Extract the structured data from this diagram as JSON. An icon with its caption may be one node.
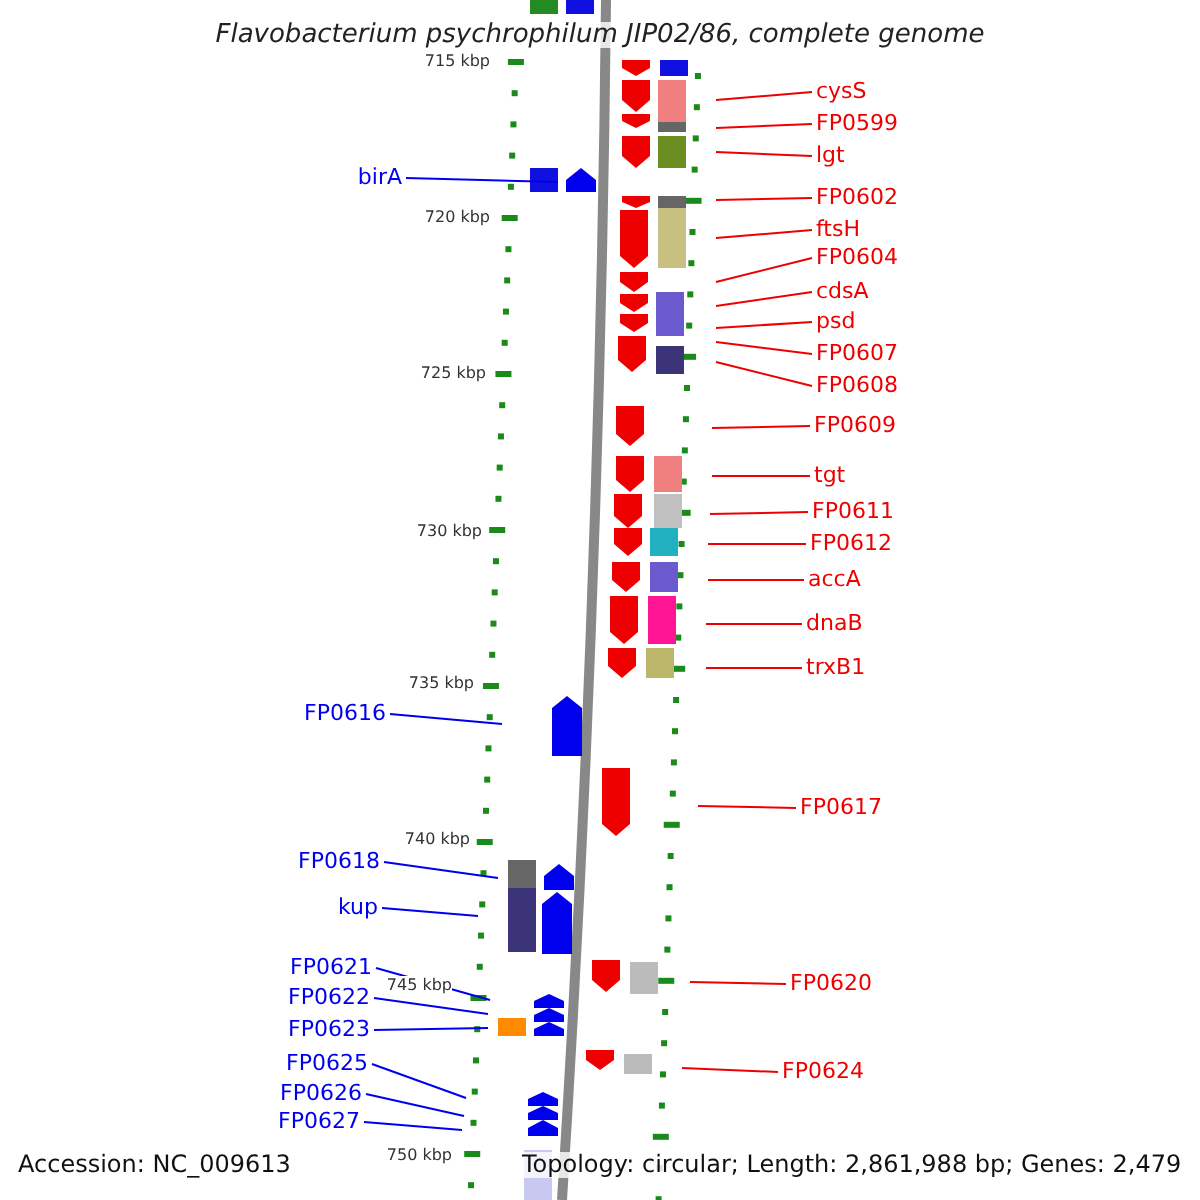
{
  "diagram": {
    "title": "Flavobacterium psychrophilum JIP02/86, complete genome",
    "nodes": [
      {
        "text": [
          "cysS"
        ]
      },
      {
        "text": [
          "FP0599"
        ]
      },
      {
        "text": [
          "lgt"
        ]
      },
      {
        "text": [
          "birA"
        ]
      },
      {
        "text": [
          "FP0602"
        ]
      },
      {
        "text": [
          "ftsH"
        ]
      },
      {
        "text": [
          "FP0604"
        ]
      },
      {
        "text": [
          "cdsA"
        ]
      },
      {
        "text": [
          "psd"
        ]
      },
      {
        "text": [
          "FP0607"
        ]
      },
      {
        "text": [
          "FP0608"
        ]
      },
      {
        "text": [
          "FP0609"
        ]
      },
      {
        "text": [
          "tgt"
        ]
      },
      {
        "text": [
          "FP0611"
        ]
      },
      {
        "text": [
          "FP0612"
        ]
      },
      {
        "text": [
          "accA"
        ]
      },
      {
        "text": [
          "dnaB"
        ]
      },
      {
        "text": [
          "trxB1"
        ]
      },
      {
        "text": [
          "FP0616"
        ]
      },
      {
        "text": [
          "FP0617"
        ]
      },
      {
        "text": [
          "FP0618"
        ]
      },
      {
        "text": [
          "kup"
        ]
      },
      {
        "text": [
          "FP0621"
        ]
      },
      {
        "text": [
          "FP0620"
        ]
      },
      {
        "text": [
          "FP0622"
        ]
      },
      {
        "text": [
          "FP0623"
        ]
      },
      {
        "text": [
          "FP0624"
        ]
      },
      {
        "text": [
          "FP0625"
        ]
      },
      {
        "text": [
          "FP0626"
        ]
      },
      {
        "text": [
          "FP0627"
        ]
      }
    ],
    "edges": [
      {
        "from": 0,
        "to": null,
        "arrow": "none"
      },
      {
        "from": 1,
        "to": null,
        "arrow": "none"
      },
      {
        "from": 2,
        "to": null,
        "arrow": "none"
      },
      {
        "from": 3,
        "to": null,
        "arrow": "none",
        "color": "#0000ee"
      },
      {
        "from": 4,
        "to": null,
        "arrow": "none"
      },
      {
        "from": 5,
        "to": null,
        "arrow": "none"
      },
      {
        "from": 6,
        "to": null,
        "arrow": "none"
      },
      {
        "from": 7,
        "to": null,
        "arrow": "none"
      },
      {
        "from": 8,
        "to": null,
        "arrow": "none"
      },
      {
        "from": 9,
        "to": null,
        "arrow": "none"
      },
      {
        "from": 10,
        "to": null,
        "arrow": "none"
      },
      {
        "from": 11,
        "to": null,
        "arrow": "none"
      },
      {
        "from": 12,
        "to": null,
        "arrow": "none"
      },
      {
        "from": 13,
        "to": null,
        "arrow": "none"
      },
      {
        "from": 14,
        "to": null,
        "arrow": "none"
      },
      {
        "from": 15,
        "to": null,
        "arrow": "none"
      },
      {
        "from": 16,
        "to": null,
        "arrow": "none"
      },
      {
        "from": 17,
        "to": null,
        "arrow": "none"
      },
      {
        "from": 18,
        "to": null,
        "arrow": "none",
        "color": "#0000ee"
      },
      {
        "from": 19,
        "to": null,
        "arrow": "none"
      },
      {
        "from": 20,
        "to": null,
        "arrow": "none",
        "color": "#0000ee"
      },
      {
        "from": 21,
        "to": null,
        "arrow": "none",
        "color": "#0000ee"
      },
      {
        "from": 22,
        "to": null,
        "arrow": "none",
        "color": "#0000ee"
      },
      {
        "from": 23,
        "to": null,
        "arrow": "none"
      },
      {
        "from": 24,
        "to": null,
        "arrow": "none",
        "color": "#0000ee"
      },
      {
        "from": 25,
        "to": null,
        "arrow": "none",
        "color": "#0000ee"
      },
      {
        "from": 26,
        "to": null,
        "arrow": "none"
      },
      {
        "from": 27,
        "to": null,
        "arrow": "none",
        "color": "#0000ee"
      },
      {
        "from": 28,
        "to": null,
        "arrow": "none",
        "color": "#0000ee"
      },
      {
        "from": 29,
        "to": null,
        "arrow": "none",
        "color": "#0000ee"
      }
    ],
    "labels": [
      "715 kbp",
      "720 kbp",
      "725 kbp",
      "730 kbp",
      "735 kbp",
      "740 kbp",
      "745 kbp",
      "750 kbp",
      "Accession: NC_009613",
      "Topology: circular; Length: 2,861,988 bp; Genes: 2,479"
    ]
  }
}
